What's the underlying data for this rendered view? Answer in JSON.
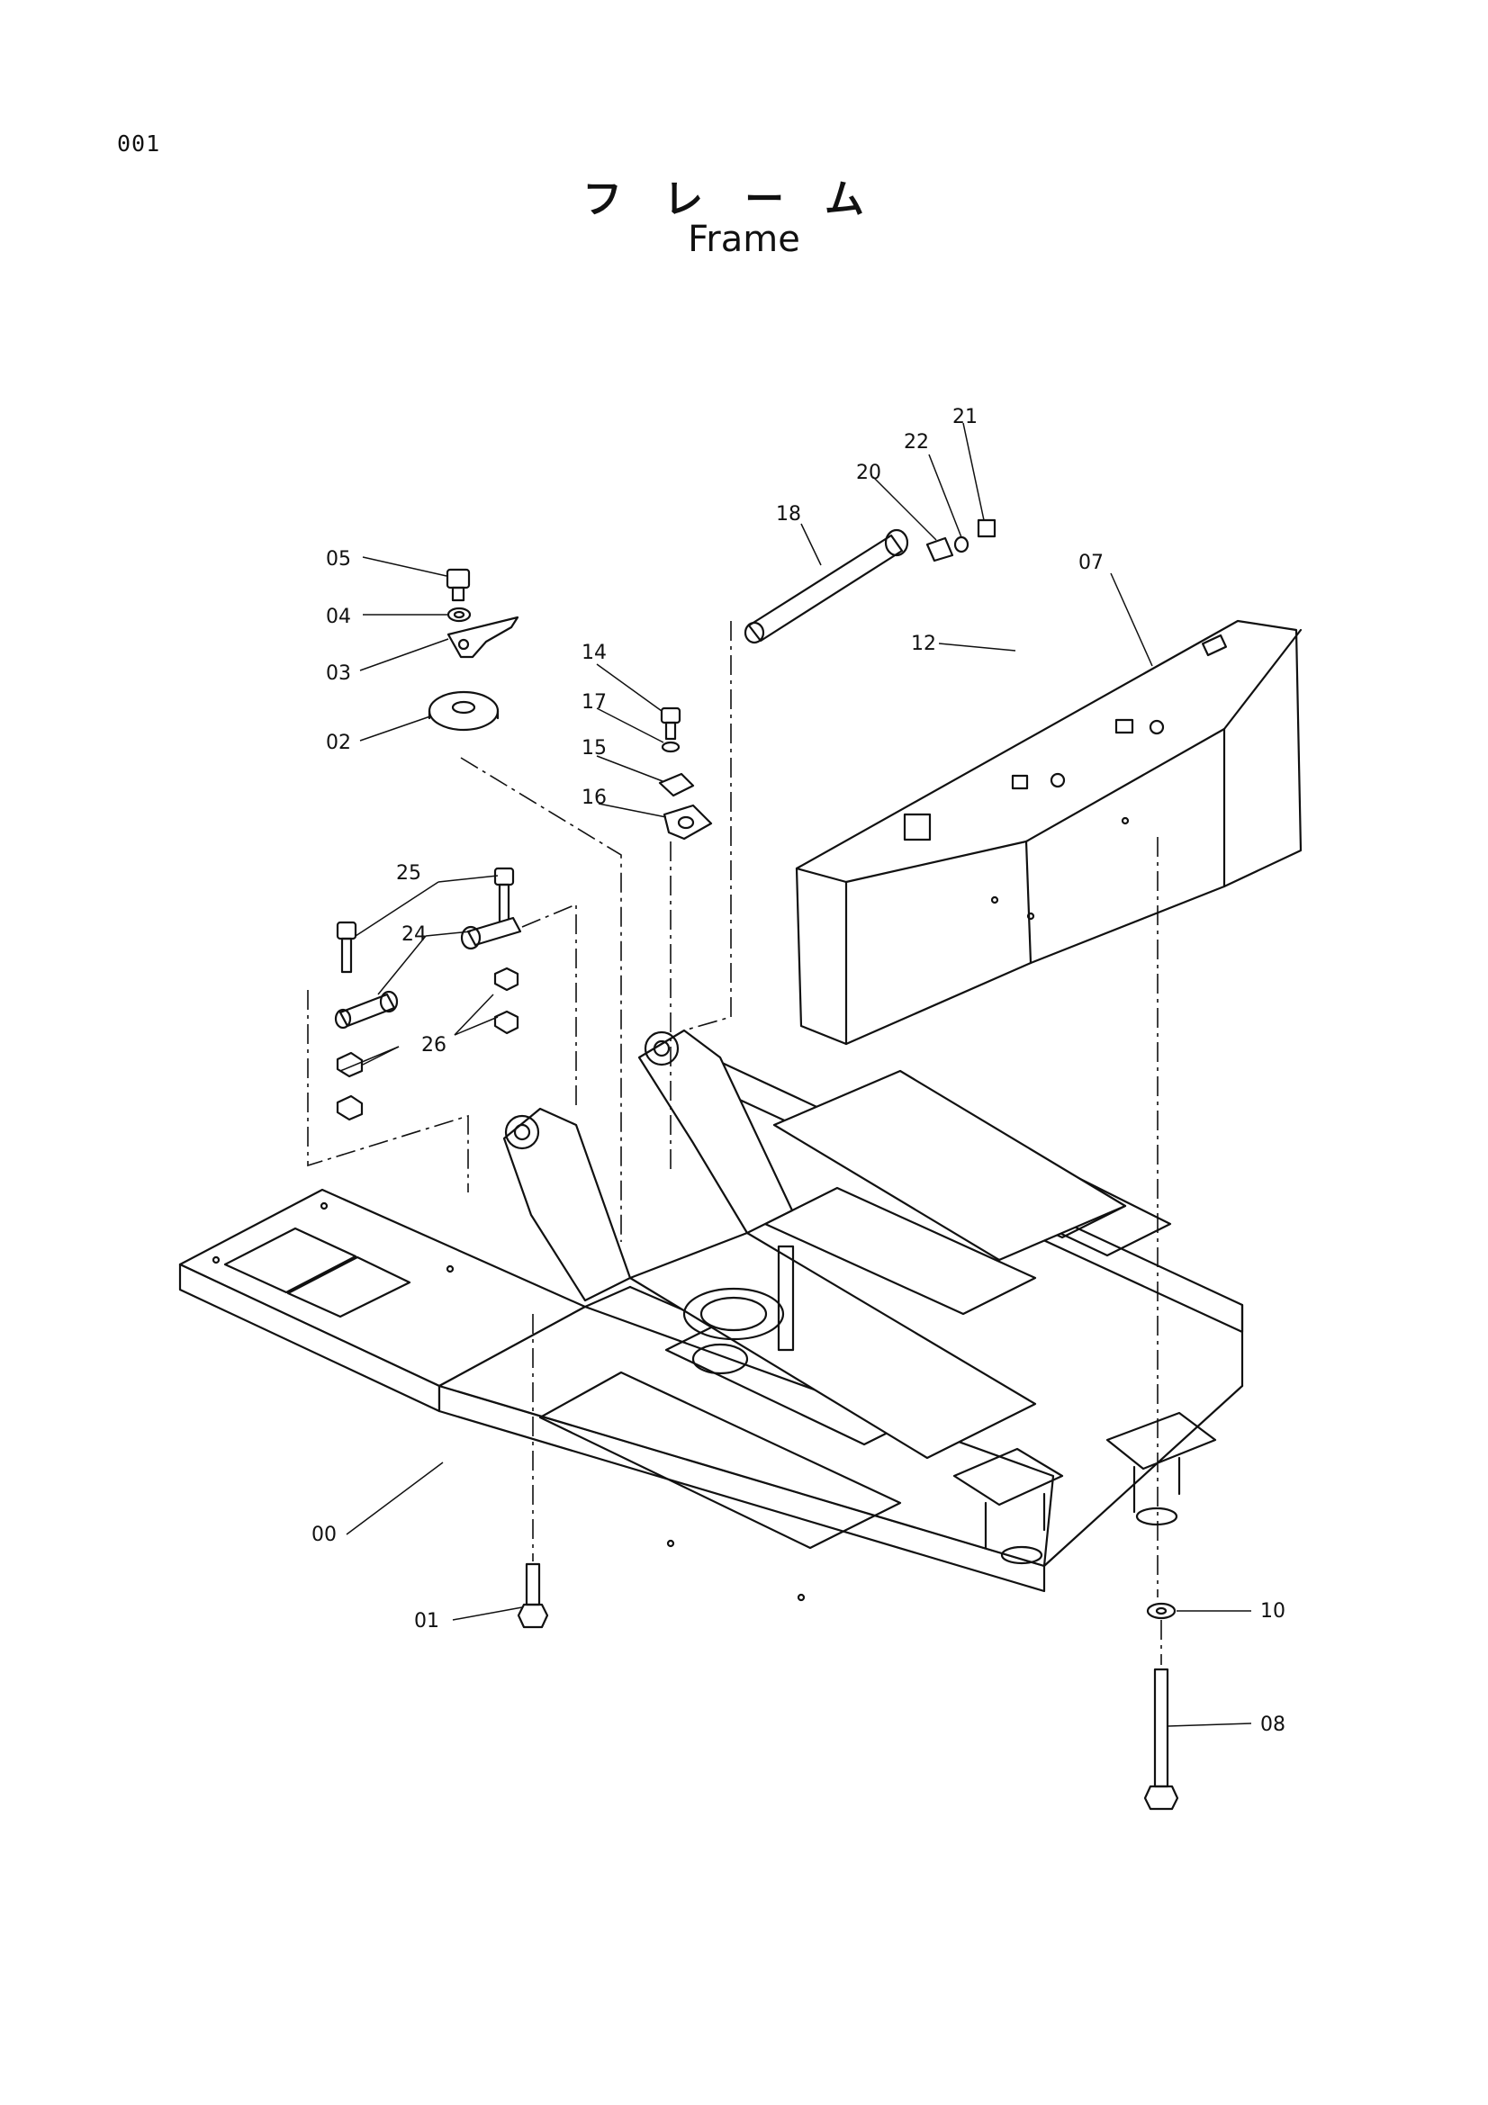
{
  "page": {
    "number": "001"
  },
  "title": {
    "japanese": "フレーム",
    "english": "Frame"
  },
  "part_labels": [
    "00",
    "01",
    "02",
    "03",
    "04",
    "05",
    "07",
    "08",
    "10",
    "12",
    "14",
    "15",
    "16",
    "17",
    "18",
    "20",
    "21",
    "22",
    "24",
    "25",
    "26"
  ],
  "colors": {
    "ink": "#111111",
    "paper": "#ffffff"
  }
}
